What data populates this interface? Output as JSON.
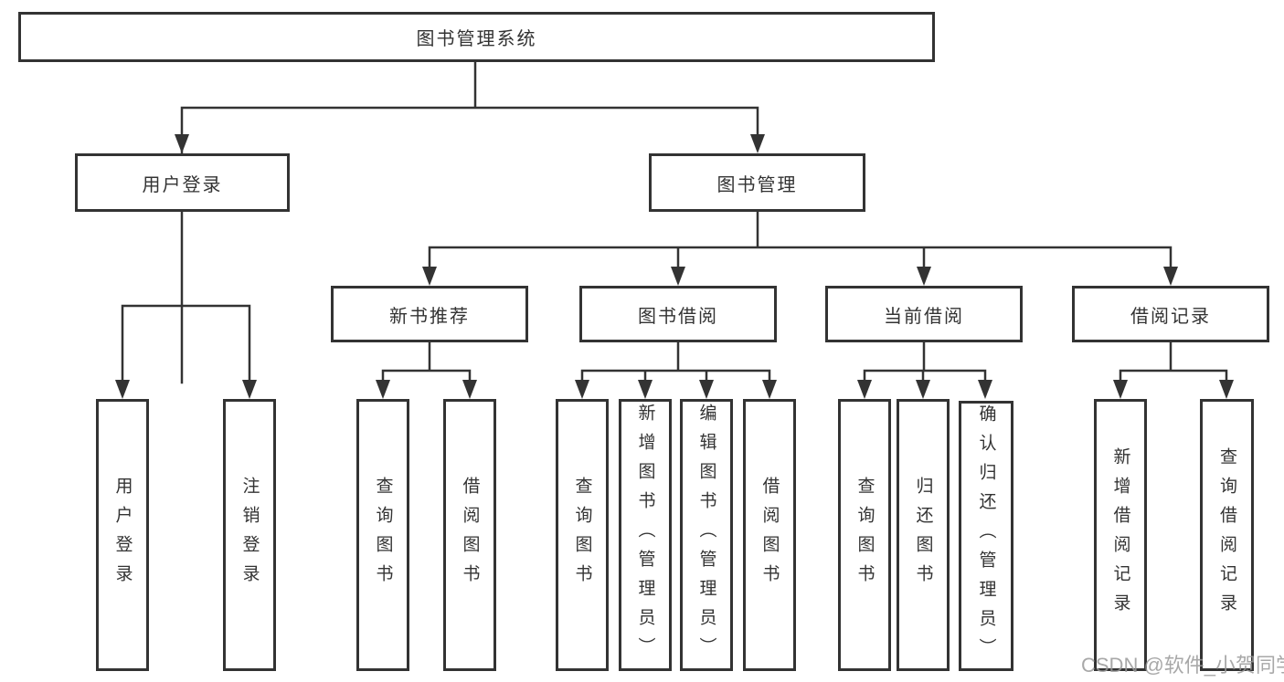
{
  "tree": {
    "label": "图书管理系统",
    "children": [
      {
        "label": "用户登录",
        "children": [
          {
            "label": "用户登录"
          },
          {
            "label": "注销登录"
          }
        ]
      },
      {
        "label": "图书管理",
        "children": [
          {
            "label": "新书推荐",
            "children": [
              {
                "label": "查询图书"
              },
              {
                "label": "借阅图书"
              }
            ]
          },
          {
            "label": "图书借阅",
            "children": [
              {
                "label": "查询图书"
              },
              {
                "label": "新增图书（管理员）"
              },
              {
                "label": "编辑图书（管理员）"
              },
              {
                "label": "借阅图书"
              }
            ]
          },
          {
            "label": "当前借阅",
            "children": [
              {
                "label": "查询图书"
              },
              {
                "label": "归还图书"
              },
              {
                "label": "确认归还（管理员）"
              }
            ]
          },
          {
            "label": "借阅记录",
            "children": [
              {
                "label": "新增借阅记录"
              },
              {
                "label": "查询借阅记录"
              }
            ]
          }
        ]
      }
    ]
  },
  "watermark": {
    "text": "CSDN @软件_小贺同学"
  },
  "colors": {
    "line": "#333333",
    "text": "#333333",
    "background": "#ffffff",
    "watermark": "#999999"
  }
}
